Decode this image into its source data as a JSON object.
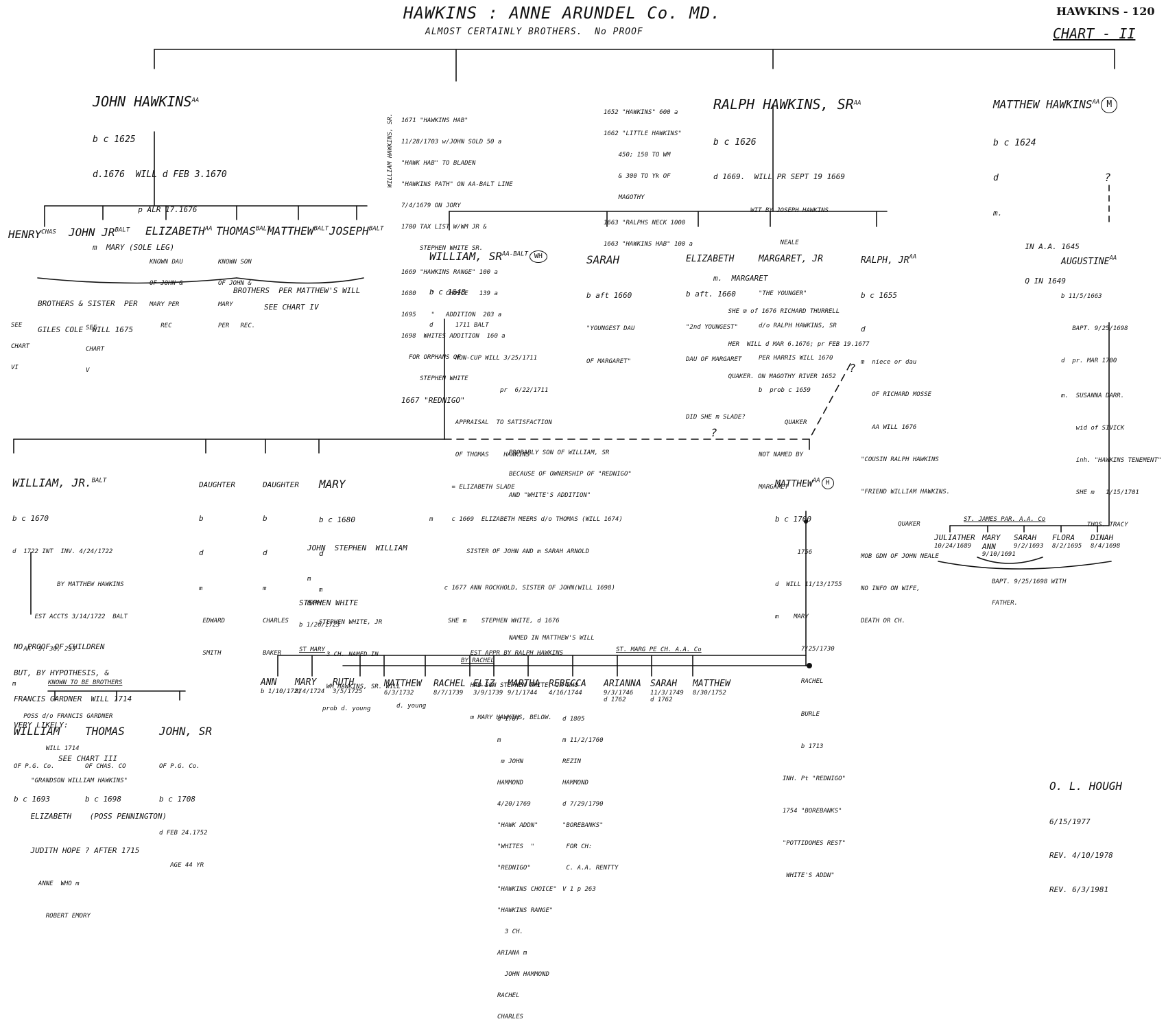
{
  "header": {
    "title": "HAWKINS : ANNE ARUNDEL Co. MD.",
    "subtitle": "ALMOST CERTAINLY BROTHERS.  No PROOF",
    "code": "HAWKINS - 120",
    "chart": "CHART - II"
  },
  "gen1": {
    "john": {
      "name": "JOHN HAWKINS",
      "tag": "AA",
      "lines": [
        "b c 1625",
        "d.1676  WILL d FEB 3.1670",
        "          p ALR 17.1676",
        "m  MARY (SOLE LEG)"
      ]
    },
    "middle_notes_a": {
      "lines": [
        "1671 \"HAWKINS HAB\"",
        "11/28/1703 w/JOHN SOLD 50 a",
        "\"HAWK HAB\" TO BLADEN",
        "\"HAWKINS PATH\" ON AA-BALT LINE",
        "7/4/1679 ON JORY",
        "1700 TAX LIST W/WM JR &",
        "     STEPHEN WHITE SR.",
        "1669 \"HAWKINS RANGE\" 100 a",
        "1680    \"   CHOICE   139 a",
        "1695    \"   ADDITION  203 a",
        "1698  WHITES ADDITION  160 a",
        "  FOR ORPHANS OF",
        "     STEPHEN WHITE",
        "1667 \"REDNIGO\""
      ]
    },
    "middle_vert": "WILLIAM HAWKINS, SR.",
    "middle_notes_b": {
      "lines": [
        "1652 \"HAWKINS\" 600 a",
        "1662 \"LITTLE HAWKINS\"",
        "    450; 150 TO WM",
        "    & 300 TO Yk OF",
        "    MAGOTHY",
        "1663 \"RALPHS NECK 1000",
        "1663 \"HAWKINS HAB\" 100 a"
      ]
    },
    "ralph": {
      "name": "RALPH HAWKINS, SR",
      "tag": "AA",
      "lines": [
        "b c 1626",
        "d 1669.  WILL PR SEPT 19 1669",
        "          WIT BY JOSEPH HAWKINS",
        "                  NEALE",
        "m.  MARGARET",
        "    SHE m of 1676 RICHARD THURRELL",
        "    HER  WILL d MAR 6.1676; pr FEB 19.1677",
        "    QUAKER. ON MAGOTHY RIVER 1652"
      ]
    },
    "matthew": {
      "name": "MATTHEW HAWKINS",
      "tag": "AA",
      "circle": "M",
      "lines": [
        "b c 1624",
        "d",
        "m.",
        "       IN A.A. 1645",
        "       Q IN 1649"
      ]
    }
  },
  "john_children": {
    "names": [
      "HENRY",
      "JOHN JR",
      "ELIZABETH",
      "THOMAS",
      "MATTHEW",
      "JOSEPH"
    ],
    "tags": [
      "CHAS",
      "BALT",
      "AA",
      "BALT",
      "BALT",
      "BALT"
    ],
    "eliz_note": [
      "KNOWN DAU",
      "OF JOHN &",
      "MARY PER",
      "   REC"
    ],
    "thomas_note": [
      "KNOWN SON",
      "OF JOHN &",
      "MARY",
      "PER   REC."
    ],
    "brothers_left": [
      "BROTHERS & SISTER  PER",
      "GILES COLE  WILL 1675"
    ],
    "brothers_right": "BROTHERS  PER MATTHEW'S WILL",
    "see_chart_iv": "SEE CHART IV",
    "see_chart_vi": [
      "SEE",
      "CHART",
      "VI"
    ],
    "see_chart_v": [
      "SEE",
      "CHART",
      "V"
    ]
  },
  "ralph_children": {
    "william": {
      "name": "WILLIAM, SR",
      "tag": "AA-BALT",
      "circle": "WH",
      "lines": [
        "b c 1648",
        "d      1711 BALT",
        "       NON-CUP WILL 3/25/1711",
        "                   pr  6/22/1711",
        "       APPRAISAL  TO SATISFACTION",
        "       OF THOMAS    HAWKINS",
        "      = ELIZABETH SLADE",
        "m     c 1669  ELIZABETH MEERS d/o THOMAS (WILL 1674)",
        "          SISTER OF JOHN AND m SARAH ARNOLD",
        "    c 1677 ANN ROCKHOLD, SISTER OF JOHN(WILL 1698)",
        "     SHE m    STEPHEN WHITE, d 1676",
        "           EST APPR BY RALPH HAWKINS",
        "           HAD SON STEPHEN WHITE, JR WHO",
        "           m MARY HAWKINS, BELOW."
      ]
    },
    "sarah": {
      "name": "SARAH",
      "lines": [
        "b aft 1660",
        "\"YOUNGEST DAU",
        "OF MARGARET\""
      ]
    },
    "elizabeth": {
      "name": "ELIZABETH",
      "lines": [
        "b aft. 1660",
        "\"2nd YOUNGEST\"",
        "DAU OF MARGARET",
        "",
        "DID SHE m SLADE?"
      ]
    },
    "margaret": {
      "name": "MARGARET, JR",
      "lines": [
        "\"THE YOUNGER\"",
        "d/o RALPH HAWKINS, SR",
        "PER HARRIS WILL 1670",
        "b  prob c 1659",
        "       QUAKER",
        "NOT NAMED BY",
        "MARGARET"
      ]
    },
    "ralph_jr": {
      "name": "RALPH, JR",
      "tag": "AA",
      "lines": [
        "b c 1655",
        "d",
        "m  niece or dau",
        "   OF RICHARD MOSSE",
        "   AA WILL 1676",
        "\"COUSIN RALPH HAWKINS",
        "\"FRIEND WILLIAM HAWKINS.",
        "          QUAKER",
        "MOB GDN OF JOHN NEALE",
        "NO INFO ON WIFE,",
        "DEATH OR CH."
      ]
    }
  },
  "matthew_children": {
    "augustine": {
      "name": "AUGUSTINE",
      "tag": "AA",
      "lines": [
        "b 11/5/1663",
        "   BAPT. 9/25/1698",
        "d  pr. MAR 1700",
        "m.  SUSANNA DARR.",
        "    wid of SIVICK",
        "    inh. \"HAWKINS TENEMENT\"",
        "    SHE m   1/15/1701",
        "       THOS. TRACY"
      ]
    },
    "kids_line": "ST. JAMES PAR. A.A. Co",
    "kids": [
      {
        "name": "JULIATHER",
        "date": "10/24/1689"
      },
      {
        "name": "MARY\nANN",
        "date": "9/10/1691"
      },
      {
        "name": "SARAH",
        "date": "9/2/1693"
      },
      {
        "name": "FLORA",
        "date": "8/2/1695"
      },
      {
        "name": "DINAH",
        "date": "8/4/1698"
      }
    ],
    "bapt": [
      "BAPT. 9/25/1698 WITH",
      "FATHER."
    ]
  },
  "gen3": {
    "william_jr": {
      "name": "WILLIAM, JR.",
      "tag": "BALT",
      "lines": [
        "b c 1670",
        "d  1722 INT  INV. 4/24/1722",
        "            BY MATTHEW HAWKINS",
        "      EST ACCTS 3/14/1722  BALT",
        "   AA  5: 30, 233",
        "m",
        "   POSS d/o FRANCIS GARDNER",
        "         WILL 1714",
        "     \"GRANDSON WILLIAM HAWKINS\"",
        "    ELIZABETH    (POSS PENNINGTON)",
        "    JUDITH HOPE ? AFTER 1715",
        "       ANNE  WHO m",
        "         ROBERT EMORY"
      ]
    },
    "daughter1": {
      "name": "DAUGHTER",
      "lines": [
        "b",
        "d",
        "m",
        " EDWARD",
        " SMITH"
      ]
    },
    "daughter2": {
      "name": "DAUGHTER",
      "lines": [
        "b",
        "d",
        "m",
        "CHARLES",
        "BAKER"
      ]
    },
    "mary": {
      "name": "MARY",
      "lines": [
        "b c 1680",
        "d",
        "m",
        "STEPHEN WHITE, JR",
        "  3 CH. NAMED IN",
        "  WM HAWKINS, SR. WILL"
      ]
    },
    "jsw": [
      "JOHN  STEPHEN  WILLIAM",
      "m",
      "MARY"
    ],
    "stephen_white": [
      "STEPHEN WHITE",
      "b 1/26/1723"
    ],
    "probably": [
      "PROBABLY SON OF WILLIAM, SR",
      "BECAUSE OF OWNERSHIP OF \"REDNIGO\"",
      "AND \"WHITE'S ADDITION\""
    ],
    "matthew": {
      "name": "MATTHEW",
      "tag": "AA",
      "circle": "H",
      "lines": [
        "b c 1700",
        "      1756",
        "d  WILL 11/13/1755",
        "m    MARY",
        "       7/25/1730",
        "       RACHEL",
        "       BURLE",
        "       b 1713",
        "  INH. Pt \"REDNIGO\"",
        "  1754 \"BOREBANKS\"",
        "  \"POTTIDOMES REST\"",
        "   WHITE'S ADDN\""
      ]
    },
    "no_proof": [
      "NO PROOF OF CHILDREN",
      "BUT, BY HYPOTHESIS, &",
      "FRANCIS GARDNER  WILL 1714",
      "VERY LIKELY:"
    ],
    "known_brothers": "KNOWN TO BE BROTHERS",
    "sons": [
      {
        "name": "WILLIAM",
        "lines": [
          "OF P.G. Co.",
          "b c 1693"
        ]
      },
      {
        "name": "THOMAS",
        "lines": [
          "OF CHAS. CO",
          "b c 1698"
        ]
      },
      {
        "name": "JOHN, SR",
        "lines": [
          "OF P.G. Co.",
          "b c 1708",
          "d FEB 24.1752",
          "   AGE 44 YR"
        ]
      }
    ],
    "see_chart_iii": "SEE CHART III"
  },
  "gen4": {
    "named_will": "NAMED IN MATTHEW'S WILL",
    "st_mary": "ST MARY",
    "by_rachel": "BY RACHEL",
    "st_marg": "ST. MARG PE CH. A.A. Co",
    "kids": [
      {
        "name": "ANN",
        "date": "b 1/10/1721"
      },
      {
        "name": "MARY",
        "date": "8/4/1724"
      },
      {
        "name": "RUTH",
        "date": "3/5/1725"
      },
      {
        "name": "MATTHEW",
        "date": "6/3/1732"
      },
      {
        "name": "RACHEL",
        "date": "8/7/1739"
      },
      {
        "name": "ELIZ",
        "date": "3/9/1739"
      },
      {
        "name": "MARTHA",
        "date": "9/1/1744"
      },
      {
        "name": "REBECCA",
        "date": "4/16/1744"
      },
      {
        "name": "ARIANNA",
        "date": "9/3/1746"
      },
      {
        "name": "SARAH",
        "date": "11/3/1749"
      },
      {
        "name": "MATTHEW",
        "date": "8/30/1752"
      }
    ],
    "prob_young": "prob d. young",
    "d_young": "d. young",
    "martha_note": [
      "d 1787",
      "m",
      " m JOHN",
      "HAMMOND",
      "4/20/1769",
      "\"HAWK ADDN\"",
      "\"WHITES  \"",
      "\"REDNIGO\"",
      "\"HAWKINS CHOICE\"",
      "\"HAWKINS RANGE\"",
      "  3 CH.",
      "ARIANA m",
      "  JOHN HAMMOND",
      "RACHEL",
      "CHARLES"
    ],
    "rebecca_note": [
      "d 1805",
      "m 11/2/1760",
      "REZIN",
      "HAMMOND",
      "d 7/29/1790",
      "\"BOREBANKS\"",
      " FOR CH:",
      " C. A.A. RENTTY",
      "V 1 p 263"
    ],
    "arianna_note": "d 1762",
    "sarah_note": "d 1762"
  },
  "signature": [
    "O. L. HOUGH",
    "6/15/1977",
    "REV. 4/10/1978",
    "REV. 6/3/1981"
  ]
}
